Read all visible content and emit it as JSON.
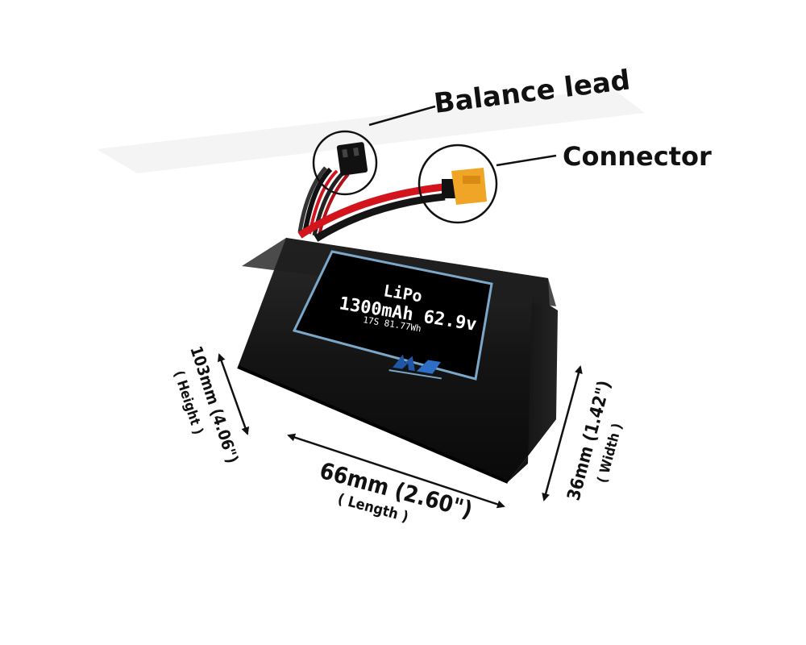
{
  "callouts": {
    "balance_lead": "Balance lead",
    "connector": "Connector"
  },
  "battery_label": {
    "chemistry": "LiPo",
    "capacity_voltage": "1300mAh 62.9v",
    "cells_energy": "17S 81.77Wh",
    "logo_text": "MA"
  },
  "dimensions": {
    "height_value": "103mm (4.06\")",
    "height_caption": "( Height )",
    "length_value": "66mm (2.60\")",
    "length_caption": "( Length )",
    "width_value": "36mm (1.42\")",
    "width_caption": "( Width )"
  },
  "colors": {
    "battery_body": "#141414",
    "label_border": "#7ba7c9",
    "label_fill": "#000000",
    "logo": "#1f57a8",
    "red_wire": "#d4141c",
    "xt_connector": "#f0a526"
  }
}
